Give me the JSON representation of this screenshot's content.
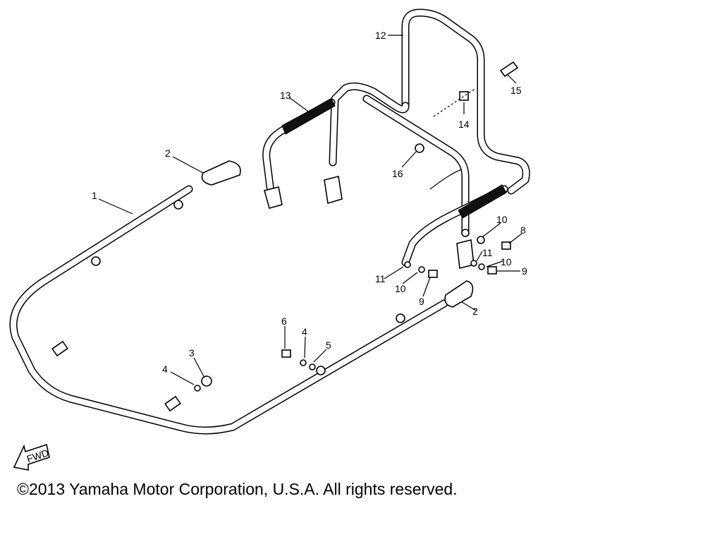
{
  "diagram": {
    "callouts": {
      "p1": "1",
      "p2a": "2",
      "p2b": "2",
      "p3": "3",
      "p4a": "4",
      "p4b": "4",
      "p5": "5",
      "p6": "6",
      "p8": "8",
      "p9a": "9",
      "p9b": "9",
      "p10a": "10",
      "p10b": "10",
      "p10c": "10",
      "p11a": "11",
      "p11b": "11",
      "p12": "12",
      "p13": "13",
      "p14": "14",
      "p15": "15",
      "p16": "16"
    },
    "fwd_label": "FWD"
  },
  "footer": {
    "copyright": "©2013 Yamaha Motor Corporation, U.S.A. All rights reserved."
  }
}
